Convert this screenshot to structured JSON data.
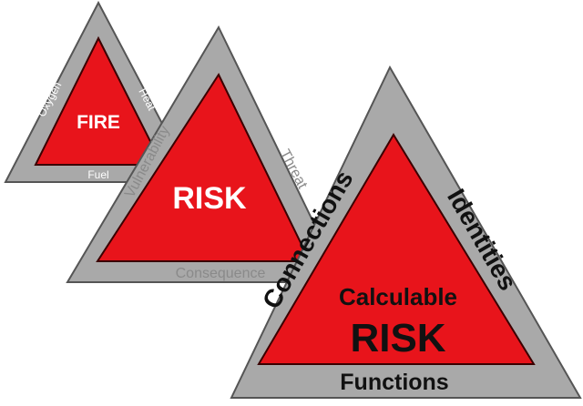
{
  "diagram": {
    "colors": {
      "frame": "#a9a9a9",
      "frame_stroke": "#555555",
      "core": "#e8141b",
      "core_stroke": "#3a0000"
    },
    "triangles": [
      {
        "id": "fire",
        "center_label": "FIRE",
        "left_edge": "Oxygen",
        "right_edge": "Heat",
        "bottom_edge": "Fuel"
      },
      {
        "id": "risk",
        "center_label": "RISK",
        "left_edge": "Vulnerability",
        "right_edge": "Threat",
        "bottom_edge": "Consequence"
      },
      {
        "id": "calculable-risk",
        "center_label_line1": "Calculable",
        "center_label_line2": "RISK",
        "left_edge": "Connections",
        "right_edge": "Identities",
        "bottom_edge": "Functions"
      }
    ]
  }
}
